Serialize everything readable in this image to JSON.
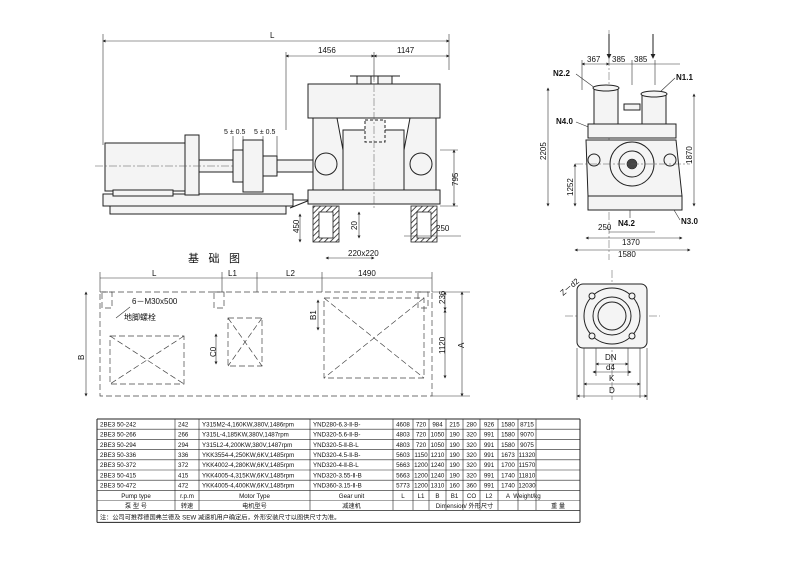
{
  "front_view": {
    "dims": {
      "L": "L",
      "d1456": "1456",
      "d1147": "1147",
      "gap1": "5 ± 0.5",
      "gap2": "5 ± 0.5",
      "d795": "795",
      "d450": "450",
      "d20": "20",
      "d250": "250",
      "d220": "220x220"
    }
  },
  "side_view": {
    "dims": {
      "d367": "367",
      "d385a": "385",
      "d385b": "385",
      "d2205": "2205",
      "d1252": "1252",
      "d1870": "1870",
      "d250": "250",
      "d1370": "1370",
      "d1580": "1580"
    },
    "nozzles": {
      "n22": "N2.2",
      "n11": "N1.1",
      "n40": "N4.0",
      "n42": "N4.2",
      "n30": "N3.0"
    }
  },
  "foundation": {
    "title": "基 础 图",
    "dims": {
      "L": "L",
      "L1": "L1",
      "L2": "L2",
      "d1490": "1490",
      "d236": "236",
      "B1": "B1",
      "C0": "C0",
      "B": "B",
      "A": "A",
      "d1120": "1120"
    },
    "bolt_label": "6－M30x500",
    "bolt_label_cn": "地脚螺栓"
  },
  "flange": {
    "dims": {
      "zd2": "Z－d2",
      "DN": "DN",
      "d4": "d4",
      "D": "D",
      "K": "K"
    }
  },
  "table": {
    "rows": [
      [
        "2BE3 50-242",
        "242",
        "Y315M2-4,160KW,380V,1486rpm",
        "YND280-6.3-Ⅱ-B-",
        "4608",
        "720",
        "984",
        "215",
        "280",
        "926",
        "1580",
        "8715"
      ],
      [
        "2BE3 50-266",
        "266",
        "Y315L-4,185KW,380V,1487rpm",
        "YND320-5.6-Ⅱ-B-",
        "4803",
        "720",
        "1050",
        "190",
        "320",
        "991",
        "1580",
        "9070"
      ],
      [
        "2BE3 50-294",
        "294",
        "Y315L2-4,200KW,380V,1487rpm",
        "YND320-5-Ⅱ-B-L",
        "4803",
        "720",
        "1050",
        "190",
        "320",
        "991",
        "1580",
        "9075"
      ],
      [
        "2BE3 50-336",
        "336",
        "YKK3554-4,250KW,6KV,1485rpm",
        "YND320-4.5-Ⅱ-B-",
        "5603",
        "1150",
        "1210",
        "190",
        "320",
        "991",
        "1673",
        "11320"
      ],
      [
        "2BE3 50-372",
        "372",
        "YKK4002-4,280KW,6KV,1485rpm",
        "YND320-4-Ⅱ-B-L",
        "5663",
        "1200",
        "1240",
        "190",
        "320",
        "991",
        "1700",
        "11570"
      ],
      [
        "2BE3 50-415",
        "415",
        "YKK4005-4,315KW,6KV,1485rpm",
        "YND320-3.55-Ⅱ-B",
        "5663",
        "1200",
        "1240",
        "190",
        "320",
        "991",
        "1740",
        "11810"
      ],
      [
        "2BE3 50-472",
        "472",
        "YKK4005-4,400KW,6KV,1485rpm",
        "YND360-3.15-Ⅱ-B",
        "5773",
        "1200",
        "1310",
        "160",
        "360",
        "991",
        "1740",
        "12030"
      ]
    ],
    "header_en": [
      "Pump type",
      "r.p.m",
      "Motor Type",
      "Gear unit",
      "L",
      "L1",
      "B",
      "B1",
      "CO",
      "L2",
      "A",
      "Weight/kg"
    ],
    "header_cn": [
      "泵 型 号",
      "转速",
      "电机型号",
      "减速机",
      "Dimension/ 外形尺寸",
      "重 量"
    ],
    "note": "注：公司可推荐德国弗兰德及 SEW 减速机用户确定后，外形安装尺寸以图供尺寸为准。"
  }
}
